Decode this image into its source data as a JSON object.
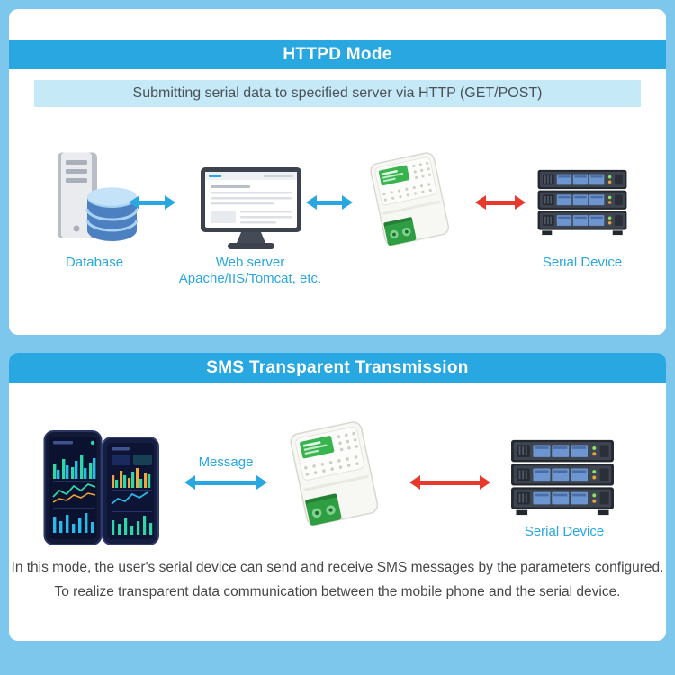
{
  "colors": {
    "frame": "#7cc7eb",
    "header_bar": "#29a7e0",
    "subtitle_bar": "#c6e9f8",
    "accent_blue": "#29a7e0",
    "arrow_red": "#e8392e",
    "text_dark": "#45474a"
  },
  "httpd_section": {
    "title": "HTTPD Mode",
    "subtitle": "Submitting serial data to specified server via HTTP (GET/POST)",
    "database_label": "Database",
    "web_server_label_line1": "Web server",
    "web_server_label_line2": "Apache/IIS/Tomcat, etc.",
    "serial_device_label": "Serial Device"
  },
  "sms_section": {
    "title": "SMS Transparent Transmission",
    "message_label": "Message",
    "serial_device_label": "Serial Device",
    "description_line1": "In this mode, the user's serial device can send and receive SMS messages by the parameters configured.",
    "description_line2": "To realize transparent data communication between the mobile phone and the serial device."
  },
  "icons": {
    "database": "database-icon",
    "web_server": "web-server-monitor-icon",
    "din_module": "din-rail-module-icon",
    "serial_device": "server-rack-icon",
    "phones": "smartphones-icon",
    "arrows": "bidirectional-arrow-icon"
  }
}
